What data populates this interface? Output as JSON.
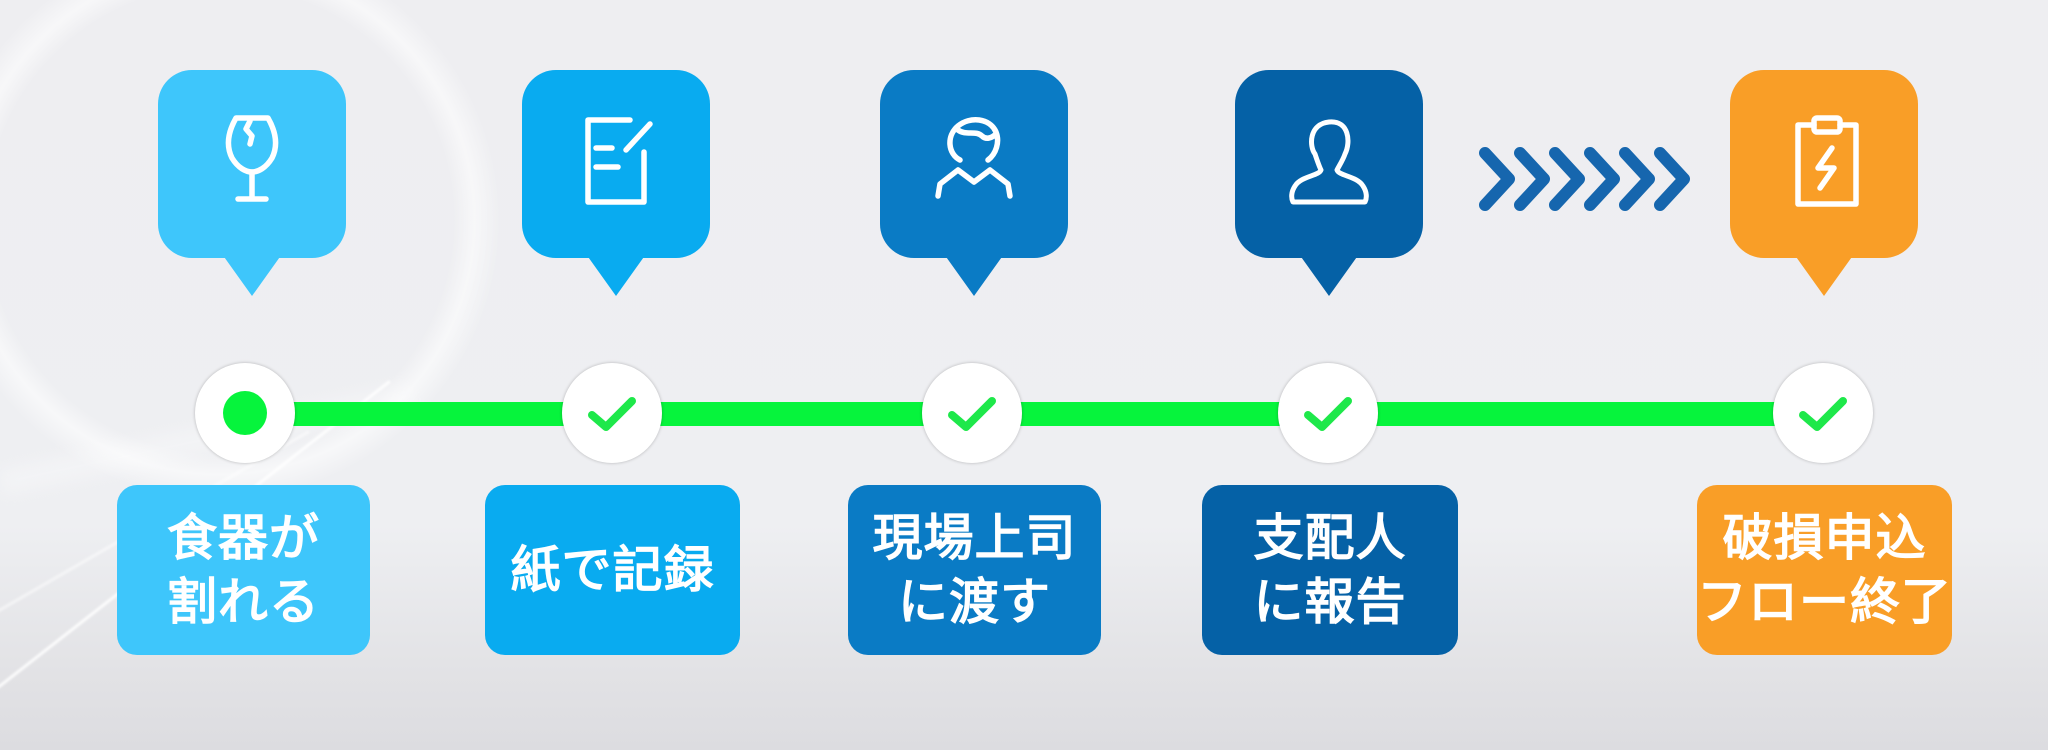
{
  "theme": {
    "track_green": "#06F43C",
    "check_green": "#1EE84A",
    "background": "#EEEEF1"
  },
  "steps": [
    {
      "id": "step-1",
      "label": "食器が\n割れる",
      "icon": "broken-glass-icon",
      "color": "#3EC6FB",
      "status": "current"
    },
    {
      "id": "step-2",
      "label": "紙で記録",
      "icon": "paper-write-icon",
      "color": "#09ABF0",
      "status": "done"
    },
    {
      "id": "step-3",
      "label": "現場上司\nに渡す",
      "icon": "supervisor-icon",
      "color": "#0A7BC5",
      "status": "done"
    },
    {
      "id": "step-4",
      "label": "支配人\nに報告",
      "icon": "manager-icon",
      "color": "#0561A6",
      "status": "done"
    },
    {
      "id": "step-5",
      "label": "破損申込\nフロー終了",
      "icon": "clipboard-lightning-icon",
      "color": "#F99E27",
      "status": "done"
    }
  ],
  "connector": {
    "icon": "chevrons-right-icon",
    "count": 6,
    "color": "#1666AE"
  }
}
